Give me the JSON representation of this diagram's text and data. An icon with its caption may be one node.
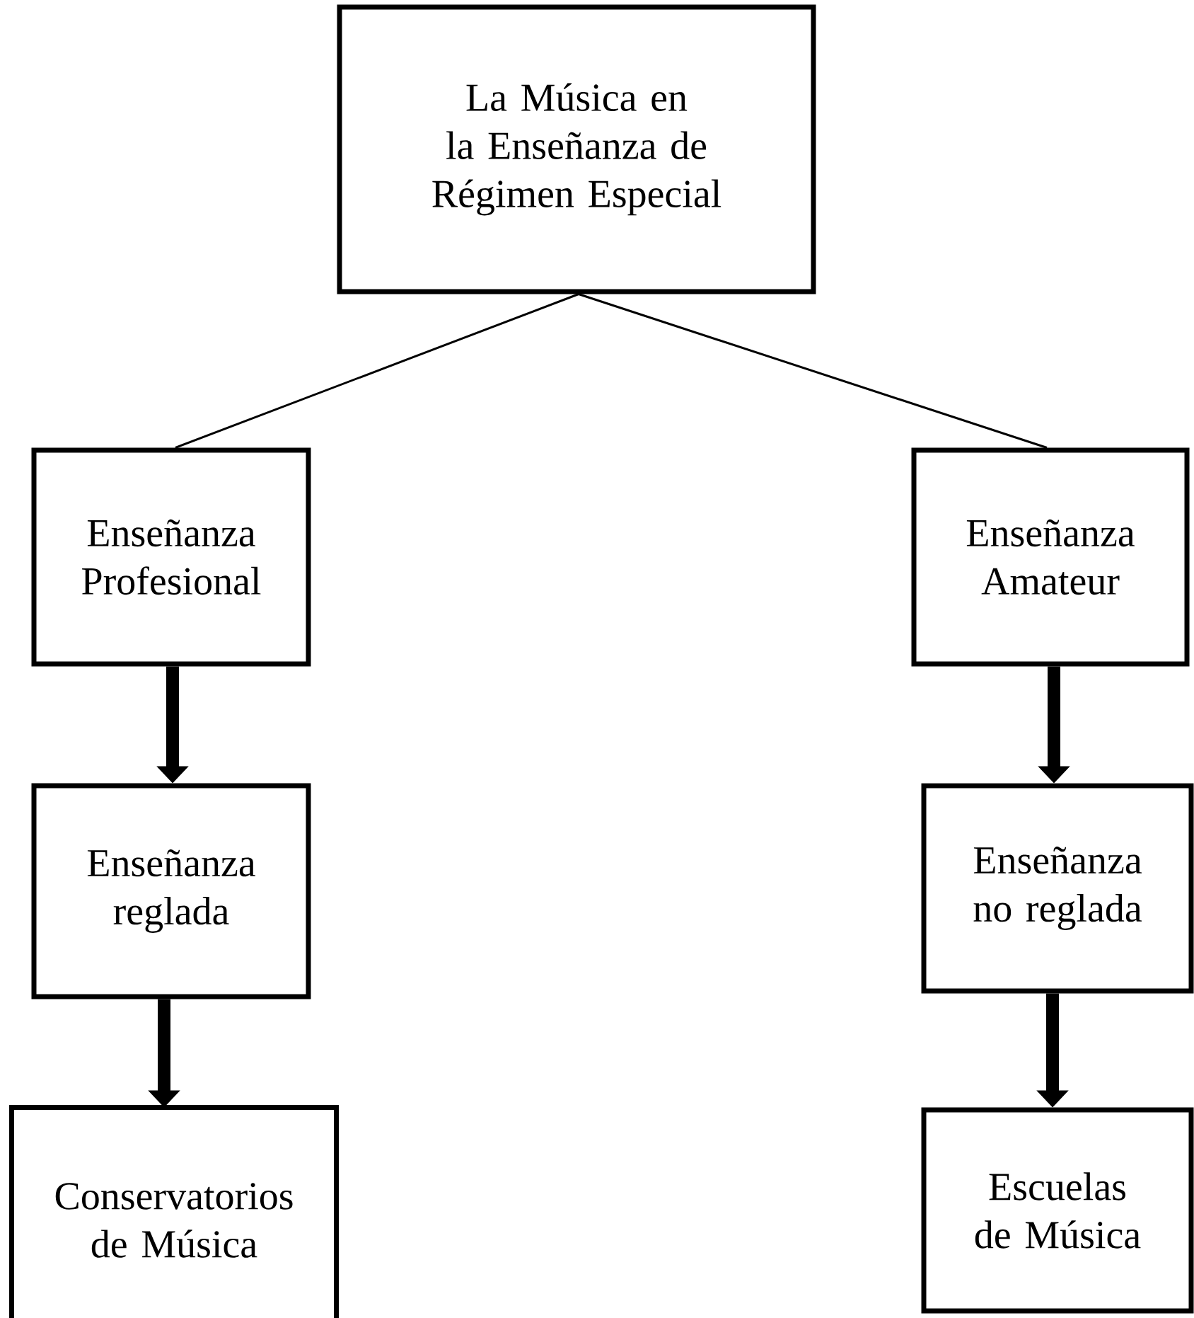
{
  "diagram": {
    "nodes": [
      {
        "text": [
          "La Música en la Enseñanza de Régimen Especial"
        ]
      },
      {
        "text": [
          "Enseñanza Profesional"
        ]
      },
      {
        "text": [
          "Enseñanza reglada"
        ]
      },
      {
        "text": [
          "Conservatorios de Música"
        ]
      },
      {
        "text": [
          "Enseñanza Amateur"
        ]
      },
      {
        "text": [
          "Enseñanza no reglada"
        ]
      },
      {
        "text": [
          "Escuelas de Música"
        ]
      }
    ],
    "edges": [
      {
        "from": 0,
        "to": 1,
        "arrow": "none"
      },
      {
        "from": 0,
        "to": 4,
        "arrow": "none"
      },
      {
        "from": 1,
        "to": 2,
        "arrow": "to"
      },
      {
        "from": 2,
        "to": 3,
        "arrow": "to"
      },
      {
        "from": 4,
        "to": 5,
        "arrow": "to"
      },
      {
        "from": 5,
        "to": 6,
        "arrow": "to"
      }
    ]
  }
}
